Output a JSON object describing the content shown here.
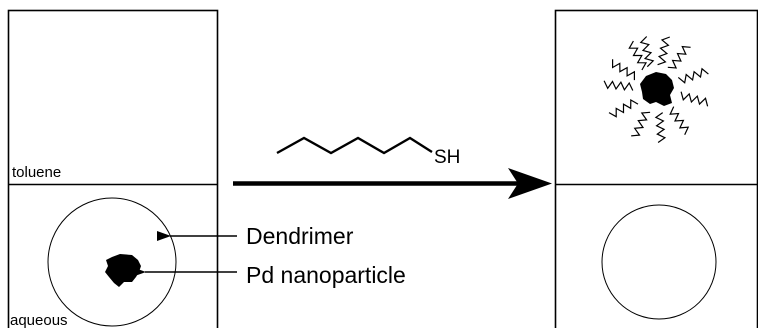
{
  "left_vial": {
    "top_phase_label": "toluene",
    "bottom_phase_label": "aqueous"
  },
  "reagent": {
    "thiol_group_label": "SH"
  },
  "callouts": {
    "dendrimer_label": "Dendrimer",
    "nanoparticle_label": "Pd nanoparticle"
  },
  "colors": {
    "line": "#000000",
    "background": "#ffffff"
  }
}
